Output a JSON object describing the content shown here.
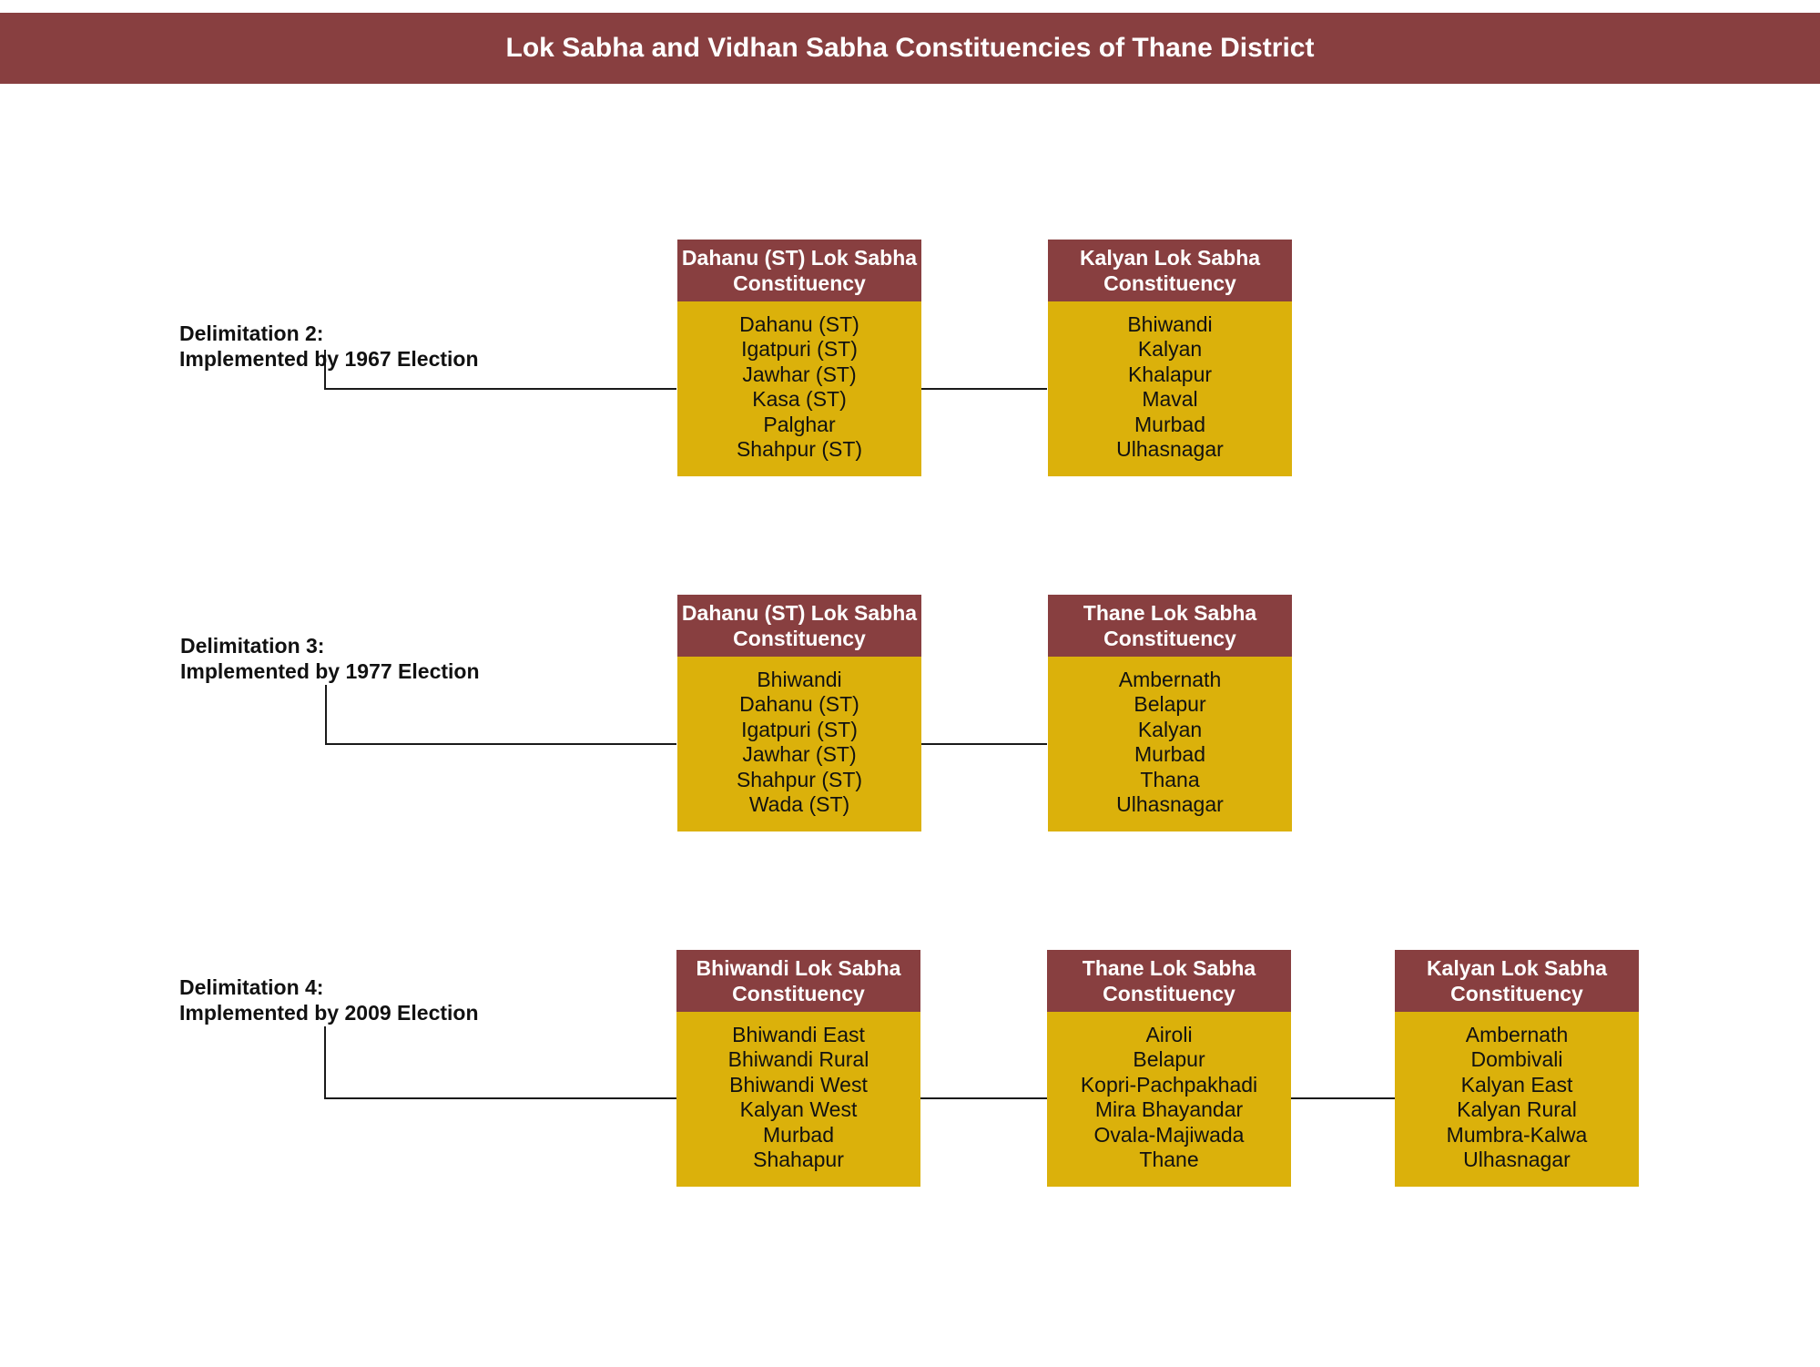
{
  "title": "Lok Sabha and Vidhan Sabha Constituencies of Thane District",
  "rows": [
    {
      "label_line1": "Delimitation 2:",
      "label_line2": "Implemented by 1967 Election",
      "boxes": [
        {
          "head1": "Dahanu (ST) Lok Sabha",
          "head2": "Constituency",
          "items": [
            "Dahanu (ST)",
            "Igatpuri (ST)",
            "Jawhar (ST)",
            "Kasa (ST)",
            "Palghar",
            "Shahpur (ST)"
          ]
        },
        {
          "head1": "Kalyan Lok Sabha",
          "head2": "Constituency",
          "items": [
            "Bhiwandi",
            "Kalyan",
            "Khalapur",
            "Maval",
            "Murbad",
            "Ulhasnagar"
          ]
        }
      ]
    },
    {
      "label_line1": "Delimitation 3:",
      "label_line2": "Implemented by 1977 Election",
      "boxes": [
        {
          "head1": "Dahanu (ST) Lok Sabha",
          "head2": "Constituency",
          "items": [
            "Bhiwandi",
            "Dahanu (ST)",
            "Igatpuri (ST)",
            "Jawhar (ST)",
            "Shahpur (ST)",
            "Wada (ST)"
          ]
        },
        {
          "head1": "Thane Lok Sabha",
          "head2": "Constituency",
          "items": [
            "Ambernath",
            "Belapur",
            "Kalyan",
            "Murbad",
            "Thana",
            "Ulhasnagar"
          ]
        }
      ]
    },
    {
      "label_line1": "Delimitation 4:",
      "label_line2": "Implemented by 2009 Election",
      "boxes": [
        {
          "head1": "Bhiwandi Lok Sabha",
          "head2": "Constituency",
          "items": [
            "Bhiwandi East",
            "Bhiwandi Rural",
            "Bhiwandi West",
            "Kalyan West",
            "Murbad",
            "Shahapur"
          ]
        },
        {
          "head1": "Thane Lok Sabha",
          "head2": "Constituency",
          "items": [
            "Airoli",
            "Belapur",
            "Kopri-Pachpakhadi",
            "Mira Bhayandar",
            "Ovala-Majiwada",
            "Thane"
          ]
        },
        {
          "head1": "Kalyan Lok Sabha",
          "head2": "Constituency",
          "items": [
            "Ambernath",
            "Dombivali",
            "Kalyan East",
            "Kalyan Rural",
            "Mumbra-Kalwa",
            "Ulhasnagar"
          ]
        }
      ]
    }
  ],
  "colors": {
    "banner": "#883f40",
    "header": "#883f40",
    "body": "#dbb10b",
    "connector": "#1a1a1a"
  }
}
